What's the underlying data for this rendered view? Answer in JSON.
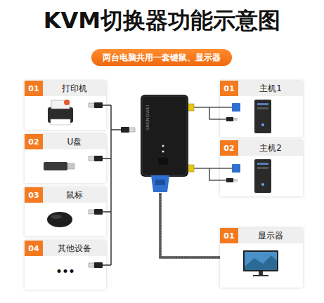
{
  "diagram": {
    "title": "KVM切换器功能示意图",
    "nodes": [
      {
        "text": [
          "两台电脑共用一套键鼠、显示器"
        ]
      },
      {
        "text": [
          "01",
          "打印机"
        ]
      },
      {
        "text": [
          "02",
          "U盘"
        ]
      },
      {
        "text": [
          "03",
          "鼠标"
        ]
      },
      {
        "text": [
          "04",
          "其他设备",
          "•••"
        ]
      },
      {
        "text": [
          "01",
          "主机1"
        ]
      },
      {
        "text": [
          "02",
          "主机2"
        ]
      },
      {
        "text": [
          "01",
          "显示器"
        ]
      }
    ],
    "labels": [
      "SHENGWEI"
    ]
  }
}
